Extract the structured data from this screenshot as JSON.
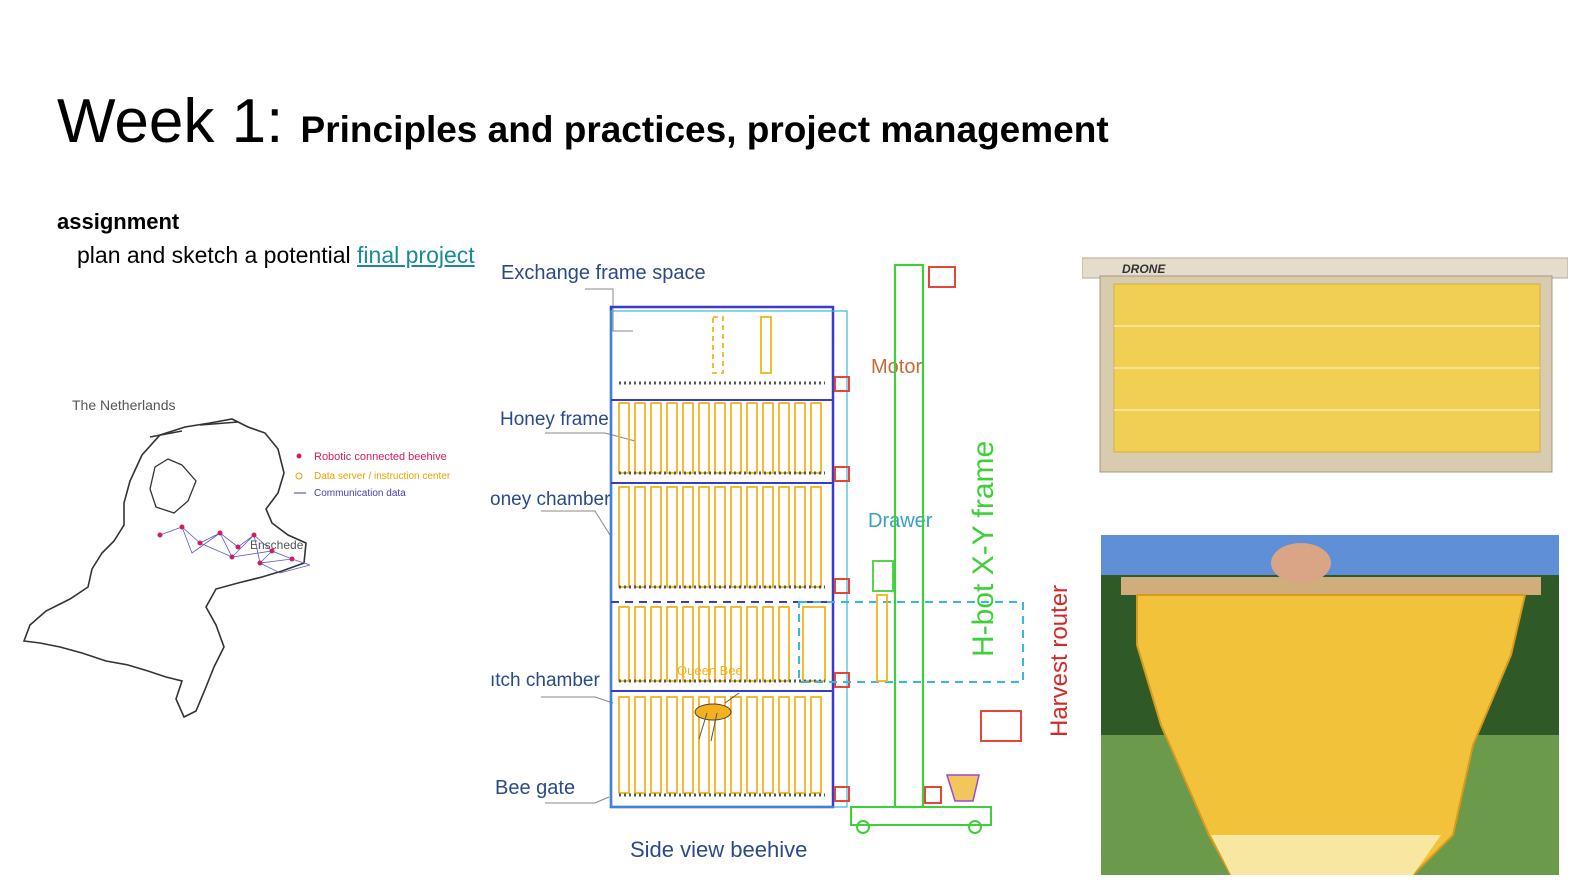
{
  "slide": {
    "title_main": "Week 1: ",
    "title_sub": "Principles and practices, project management",
    "assignment_heading": "assignment",
    "assignment_text": "plan and sketch a potential ",
    "assignment_link": "final project"
  },
  "map": {
    "country": "The Netherlands",
    "city": "Enschede",
    "legend": [
      {
        "label": "Robotic connected beehive",
        "color": "#d81b60"
      },
      {
        "label": "Data server / instruction center",
        "color": "#e6a100"
      },
      {
        "label": "Communication data",
        "color": "#3f3fb0"
      }
    ]
  },
  "diagram": {
    "labels": {
      "exchange": "Exchange frame space",
      "honey_frame": "Honey frame",
      "honey_chamber": "oney chamber",
      "hatch_chamber": "ıtch chamber",
      "bee_gate": "Bee gate",
      "motor": "Motor",
      "drawer": "Drawer",
      "queen": "Queen Bee",
      "hbot": "H-bot X-Y frame",
      "harvest": "Harvest router",
      "caption": "Side view beehive"
    },
    "colors": {
      "hive": "#3a3ad0",
      "frame": "#f2b21e",
      "hbot": "#3fcf3a",
      "motor": "#e4473a",
      "drawer": "#38b8dc"
    }
  },
  "photos": {
    "drone_label": "DRONE"
  }
}
